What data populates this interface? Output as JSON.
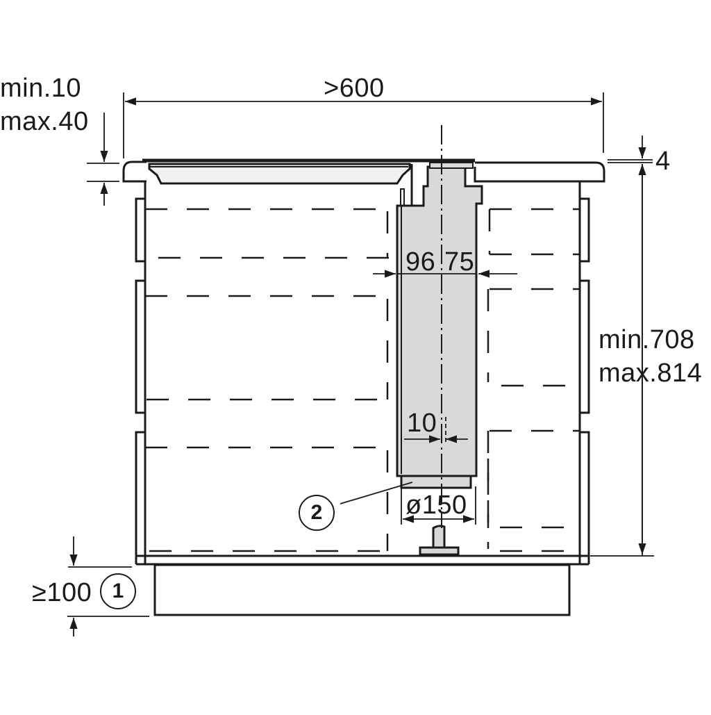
{
  "diagram": {
    "type": "installation-dimension-drawing",
    "subject": "Cooktop with downdraft extractor in base cabinet (side/front section)",
    "colors": {
      "line": "#1a1a1a",
      "fill_duct": "#d9d9d9",
      "fill_glass": "#f0f0f0",
      "background": "#ffffff"
    },
    "dimensions": {
      "cabinet_width": ">600",
      "worktop_thickness_min": "min.10",
      "worktop_thickness_max": "max.40",
      "cooktop_protrusion": "4",
      "height_min": "min.708",
      "height_max": "max.814",
      "duct_offset_left": "96",
      "duct_offset_right": "75",
      "axis_offset": "10",
      "duct_diameter": "ø150",
      "plinth_height": "≥100"
    },
    "callouts": [
      {
        "number": "1",
        "refers_to": "plinth clearance"
      },
      {
        "number": "2",
        "refers_to": "exhaust duct outlet"
      }
    ]
  }
}
